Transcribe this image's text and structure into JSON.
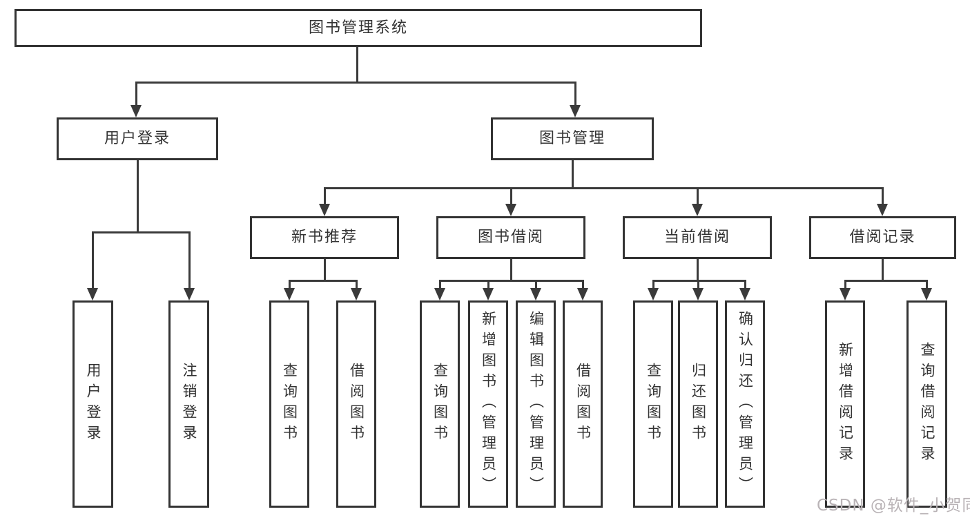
{
  "nodes": {
    "root": "图书管理系统",
    "l2_login": "用户登录",
    "l2_mgmt": "图书管理",
    "l3_new_books": "新书推荐",
    "l3_borrow": "图书借阅",
    "l3_current": "当前借阅",
    "l3_records": "借阅记录",
    "leaf_user_login": "用户登录",
    "leaf_logout": "注销登录",
    "leaf_nb_query": "查询图书",
    "leaf_nb_borrow": "借阅图书",
    "leaf_bw_query": "查询图书",
    "leaf_bw_add": "新增图书（管理员）",
    "leaf_bw_edit": "编辑图书（管理员）",
    "leaf_bw_borrow": "借阅图书",
    "leaf_cur_query": "查询图书",
    "leaf_cur_return": "归还图书",
    "leaf_cur_confirm": "确认归还（管理员）",
    "leaf_rec_add": "新增借阅记录",
    "leaf_rec_query": "查询借阅记录"
  },
  "watermark": {
    "text": "CSDN @软件_小贺同学",
    "color": "#b9b3b6"
  },
  "colors": {
    "line": "#3a3a3a",
    "box_border": "#333333",
    "box_bg": "#ffffff",
    "text": "#333333",
    "page_bg": "#ffffff"
  }
}
